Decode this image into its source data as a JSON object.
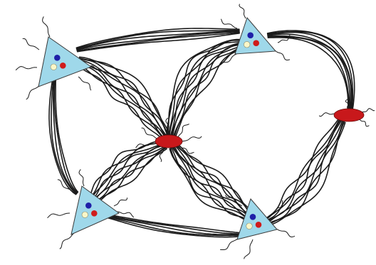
{
  "diagram": {
    "colors": {
      "background": "#ffffff",
      "fiber": "#1b1b1b",
      "neuron_fill": "#9fd8ea",
      "neuron_stroke": "#3a3a3a",
      "dot_blue": "#1f1fa8",
      "dot_red": "#d01b1b",
      "dot_yellow": "#fbf7c8",
      "interneuron_fill": "#c8181b",
      "interneuron_stroke": "#6a0a0a"
    },
    "nodes": [
      {
        "id": "pyramidal-top-left",
        "kind": "pyramidal-neuron",
        "dots": [
          "blue",
          "yellow",
          "red"
        ]
      },
      {
        "id": "pyramidal-top-right",
        "kind": "pyramidal-neuron",
        "dots": [
          "blue",
          "yellow",
          "red"
        ]
      },
      {
        "id": "pyramidal-bottom-left",
        "kind": "pyramidal-neuron",
        "dots": [
          "blue",
          "yellow",
          "red"
        ]
      },
      {
        "id": "pyramidal-bottom-right",
        "kind": "pyramidal-neuron",
        "dots": [
          "blue",
          "yellow",
          "red"
        ]
      },
      {
        "id": "interneuron-center",
        "kind": "interneuron"
      },
      {
        "id": "interneuron-right",
        "kind": "interneuron"
      }
    ],
    "connections": [
      {
        "from": "pyramidal-top-left",
        "to": "pyramidal-top-right"
      },
      {
        "from": "pyramidal-top-left",
        "to": "pyramidal-bottom-left"
      },
      {
        "from": "pyramidal-top-left",
        "to": "interneuron-center"
      },
      {
        "from": "pyramidal-top-right",
        "to": "interneuron-center"
      },
      {
        "from": "pyramidal-top-right",
        "to": "interneuron-right"
      },
      {
        "from": "interneuron-right",
        "to": "pyramidal-bottom-right"
      },
      {
        "from": "pyramidal-bottom-left",
        "to": "pyramidal-bottom-right"
      },
      {
        "from": "interneuron-center",
        "to": "pyramidal-bottom-left"
      },
      {
        "from": "interneuron-center",
        "to": "pyramidal-bottom-right"
      }
    ]
  }
}
